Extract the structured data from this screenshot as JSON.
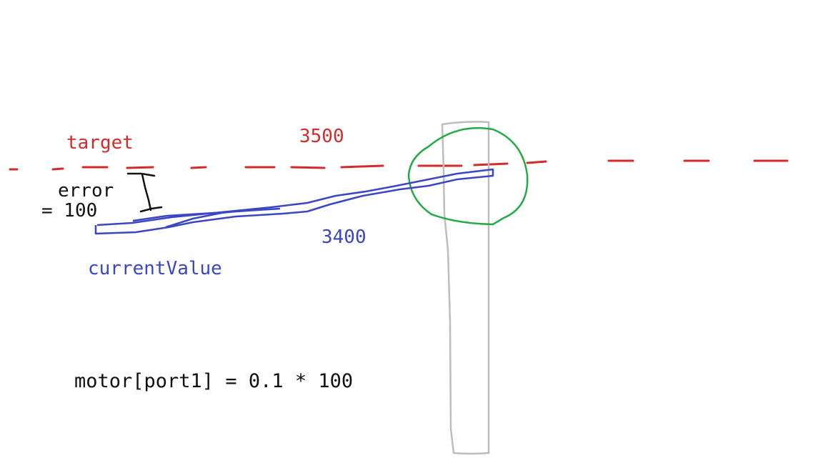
{
  "labels": {
    "target": "target",
    "target_value": "3500",
    "error": "error",
    "error_value": "= 100",
    "current_value_number": "3400",
    "current_value": "currentValue",
    "formula": "motor[port1] = 0.1 * 100"
  },
  "colors": {
    "target": "#d42a2a",
    "current": "#3a46c4",
    "error": "#111111",
    "highlight_circle": "#22aa44",
    "gray_box": "#bdbdbd",
    "text": "#111111"
  }
}
